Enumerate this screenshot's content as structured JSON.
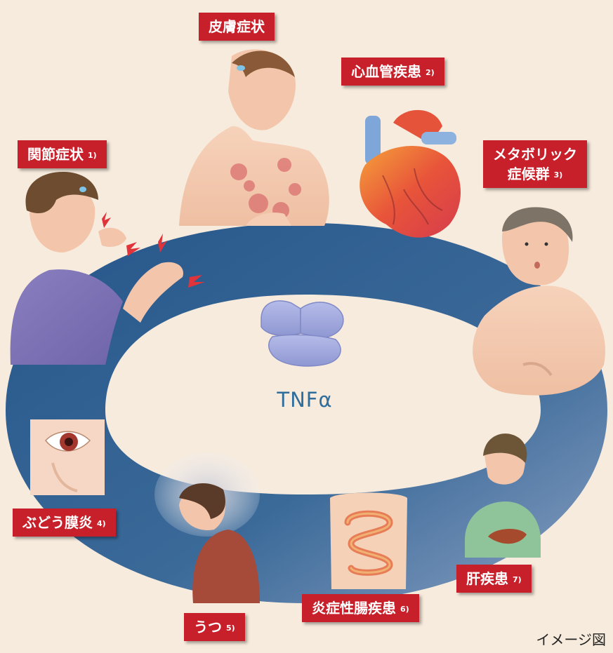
{
  "center_label": "TNFα",
  "labels": {
    "skin": {
      "text": "皮膚症状",
      "ref": ""
    },
    "cardio": {
      "text": "心血管疾患",
      "ref": "2)"
    },
    "joint": {
      "text": "関節症状",
      "ref": "1)"
    },
    "metabolic": {
      "line1": "メタボリック",
      "line2": "症候群",
      "ref": "3)"
    },
    "uveitis": {
      "text": "ぶどう膜炎",
      "ref": "4)"
    },
    "depression": {
      "text": "うつ",
      "ref": "5)"
    },
    "ibd": {
      "text": "炎症性腸疾患",
      "ref": "6)"
    },
    "liver": {
      "text": "肝疾患",
      "ref": "7)"
    }
  },
  "caption": "イメージ図",
  "colors": {
    "background": "#f7ebdd",
    "ring": "#2e5d8f",
    "label_bg": "#c8202a",
    "center_text": "#2f6d9c"
  }
}
